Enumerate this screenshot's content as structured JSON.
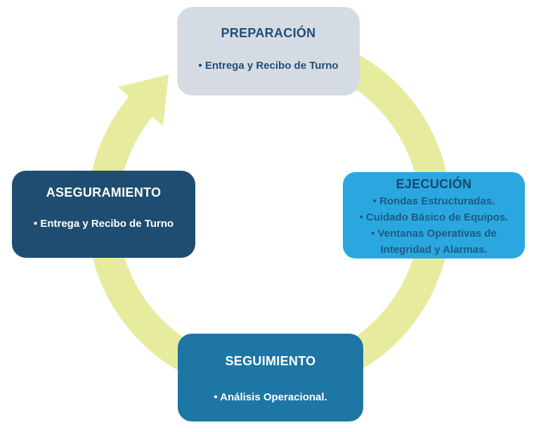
{
  "diagram": {
    "type": "cycle",
    "flow_direction": "clockwise",
    "colors": {
      "background": "#FFFFFF",
      "ring_arrow": "#E7EB9E",
      "preparacion_bg": "#D5DBE3",
      "ejecucion_bg": "#2BA7DF",
      "seguimiento_bg": "#1D76A4",
      "aseguramiento_bg": "#1E4D71",
      "dark_text": "#1F4E79",
      "light_text": "#FFFFFF"
    },
    "nodes": [
      {
        "id": "preparacion",
        "position": "top",
        "title": "PREPARACIÓN",
        "items": [
          "• Entrega y Recibo de Turno"
        ]
      },
      {
        "id": "ejecucion",
        "position": "right",
        "title": "EJECUCIÓN",
        "items": [
          "• Rondas Estructuradas.",
          "• Cuidado Básico de Equipos.",
          "• Ventanas Operativas de Integridad y Alarmas."
        ]
      },
      {
        "id": "seguimiento",
        "position": "bottom",
        "title": "SEGUIMIENTO",
        "items": [
          "• Análisis Operacional."
        ]
      },
      {
        "id": "aseguramiento",
        "position": "left",
        "title": "ASEGURAMIENTO",
        "items": [
          "• Entrega y Recibo de Turno"
        ]
      }
    ]
  }
}
